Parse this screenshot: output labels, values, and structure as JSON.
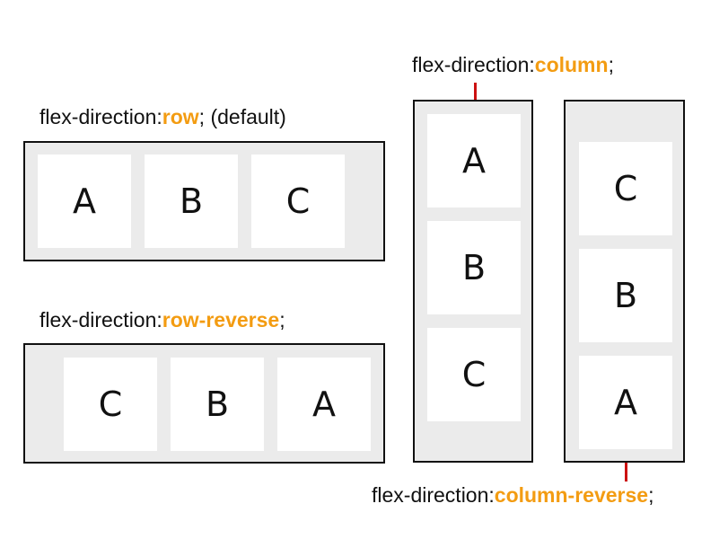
{
  "row": {
    "prefix": "flex-direction:",
    "value": "row",
    "suffix": ";",
    "note": " (default)",
    "items": [
      "A",
      "B",
      "C"
    ]
  },
  "row_reverse": {
    "prefix": "flex-direction:",
    "value": "row-reverse",
    "suffix": ";",
    "items": [
      "C",
      "B",
      "A"
    ]
  },
  "column": {
    "prefix": "flex-direction:",
    "value": "column",
    "suffix": ";",
    "items": [
      "A",
      "B",
      "C"
    ]
  },
  "column_reverse": {
    "prefix": "flex-direction:",
    "value": "column-reverse",
    "suffix": ";",
    "items": [
      "C",
      "B",
      "A"
    ]
  },
  "colors": {
    "keyword": "#f39c12",
    "container": "#ebebeb",
    "item": "#ffffff",
    "border": "#111111",
    "connector": "#cc1111"
  }
}
